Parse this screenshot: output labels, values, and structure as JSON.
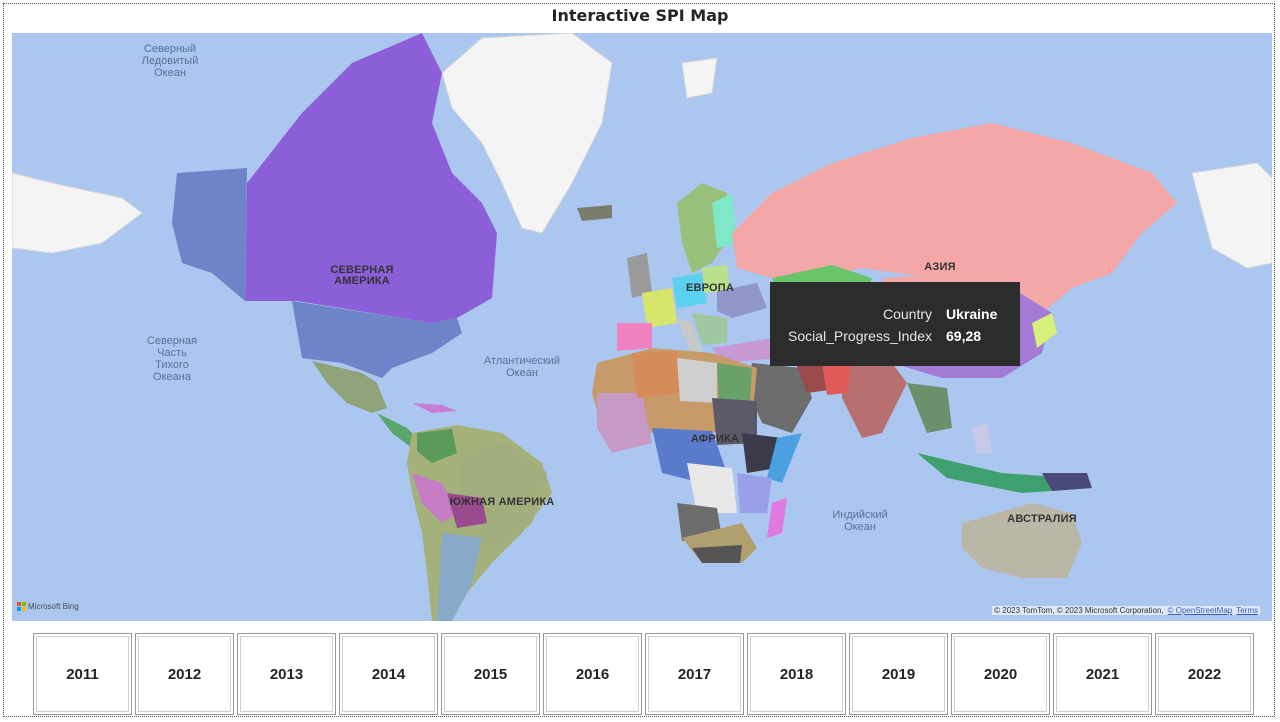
{
  "title": "Interactive SPI Map",
  "map": {
    "labels": {
      "arctic": "Северный\nЛедовитый\nОкеан",
      "pacific": "Северная\nЧасть\nТихого\nОкеана",
      "atlantic": "Атлантический\nОкеан",
      "indian": "Индийский\nОкеан",
      "north_america": "СЕВЕРНАЯ\nАМЕРИКА",
      "south_america": "ЮЖНАЯ АМЕРИКА",
      "europe": "ЕВРОПА",
      "asia": "АЗИЯ",
      "africa": "АФРИКА",
      "australia": "АВСТРАЛИЯ"
    },
    "tooltip": {
      "country_key": "Country",
      "country_value": "Ukraine",
      "index_key": "Social_Progress_Index",
      "index_value": "69,28"
    },
    "bing_logo": "Microsoft Bing",
    "copyright": "© 2023 TomTom, © 2023 Microsoft Corporation,",
    "osm_link": "© OpenStreetMap",
    "terms_link": "Terms"
  },
  "years": [
    "2011",
    "2012",
    "2013",
    "2014",
    "2015",
    "2016",
    "2017",
    "2018",
    "2019",
    "2020",
    "2021",
    "2022"
  ],
  "colors": {
    "ocean": "#abc7f0",
    "canada": "#8a5ad6",
    "usa": "#6f83c9",
    "russia": "#f3a7a7",
    "tooltip_bg": "#2c2c2c"
  }
}
